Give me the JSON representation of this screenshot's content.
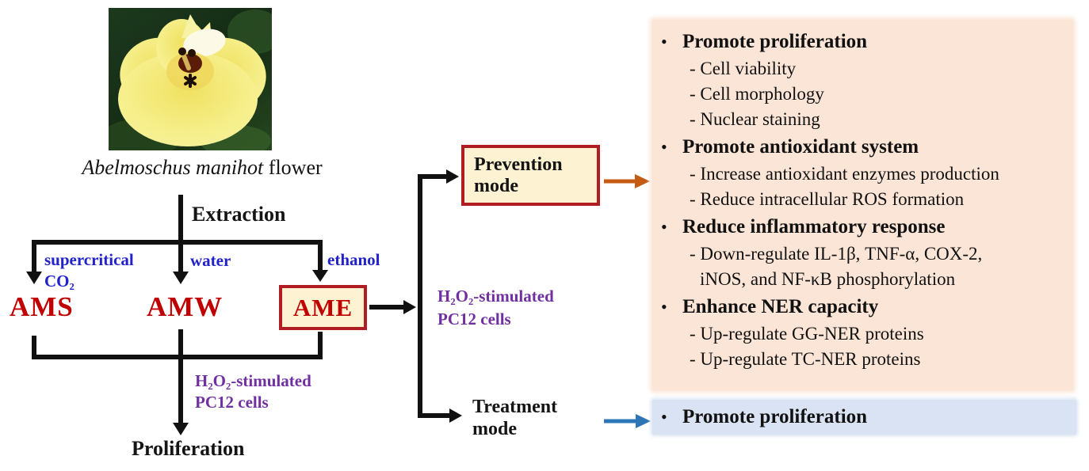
{
  "ui": {
    "bullet": "•"
  },
  "source": {
    "caption_species": "Abelmoschus manihot",
    "caption_rest": " flower"
  },
  "process": {
    "extraction_label": "Extraction"
  },
  "solvents": {
    "supercritical_line1": "supercritical",
    "supercritical_line2": "CO₂",
    "water": "water",
    "ethanol": "ethanol"
  },
  "extracts": {
    "ams": "AMS",
    "amw": "AMW",
    "ame": "AME"
  },
  "cells_left": {
    "line1": "H₂O₂-stimulated",
    "line2": "PC12 cells"
  },
  "cells_mid": {
    "line1": "H₂O₂-stimulated",
    "line2": "PC12 cells"
  },
  "proliferation_label": "Proliferation",
  "modes": {
    "prevention": "Prevention mode",
    "treatment": "Treatment mode"
  },
  "outcomes": {
    "items": [
      {
        "title": "Promote proliferation",
        "subs": [
          "- Cell viability",
          "- Cell morphology",
          "- Nuclear staining"
        ]
      },
      {
        "title": "Promote antioxidant system",
        "subs": [
          "- Increase antioxidant enzymes production",
          "- Reduce intracellular ROS formation"
        ]
      },
      {
        "title": "Reduce inflammatory response",
        "subs": [
          "- Down-regulate IL-1β, TNF-α, COX-2,",
          "iNOS, and NF-κB phosphorylation"
        ]
      },
      {
        "title": "Enhance NER capacity",
        "subs": [
          "- Up-regulate GG-NER proteins",
          "- Up-regulate TC-NER proteins"
        ]
      }
    ]
  },
  "treated_outcome": {
    "title": "Promote proliferation"
  },
  "colors": {
    "line_black": "#111111",
    "extract_red": "#c00000",
    "box_border_red": "#b01e24",
    "box_fill_cream": "#fdf3d2",
    "solvent_blue": "#2222cc",
    "cells_purple": "#7030a0",
    "prevention_arrow_orange": "#c55a11",
    "treatment_arrow_blue": "#2e75b6",
    "prevention_panel_peach": "#fbe5d6",
    "treatment_panel_blue": "#dae3f3"
  }
}
